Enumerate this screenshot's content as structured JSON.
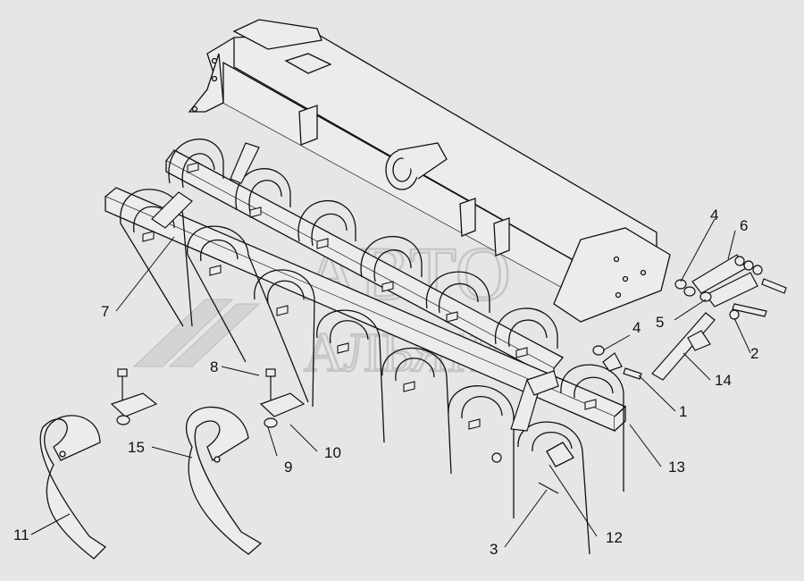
{
  "watermark": {
    "line1": "АВТО",
    "line2": "АЛЬЯНС"
  },
  "callouts": [
    {
      "id": "c1",
      "label": "1"
    },
    {
      "id": "c2",
      "label": "2"
    },
    {
      "id": "c3",
      "label": "3"
    },
    {
      "id": "c4a",
      "label": "4"
    },
    {
      "id": "c4b",
      "label": "4"
    },
    {
      "id": "c5",
      "label": "5"
    },
    {
      "id": "c6",
      "label": "6"
    },
    {
      "id": "c7",
      "label": "7"
    },
    {
      "id": "c8",
      "label": "8"
    },
    {
      "id": "c9",
      "label": "9"
    },
    {
      "id": "c10",
      "label": "10"
    },
    {
      "id": "c11",
      "label": "11"
    },
    {
      "id": "c12",
      "label": "12"
    },
    {
      "id": "c13",
      "label": "13"
    },
    {
      "id": "c14",
      "label": "14"
    },
    {
      "id": "c15",
      "label": "15"
    }
  ],
  "colors": {
    "background": "#e6e6e6",
    "line": "#111111",
    "watermark": "#c9c9c9"
  }
}
